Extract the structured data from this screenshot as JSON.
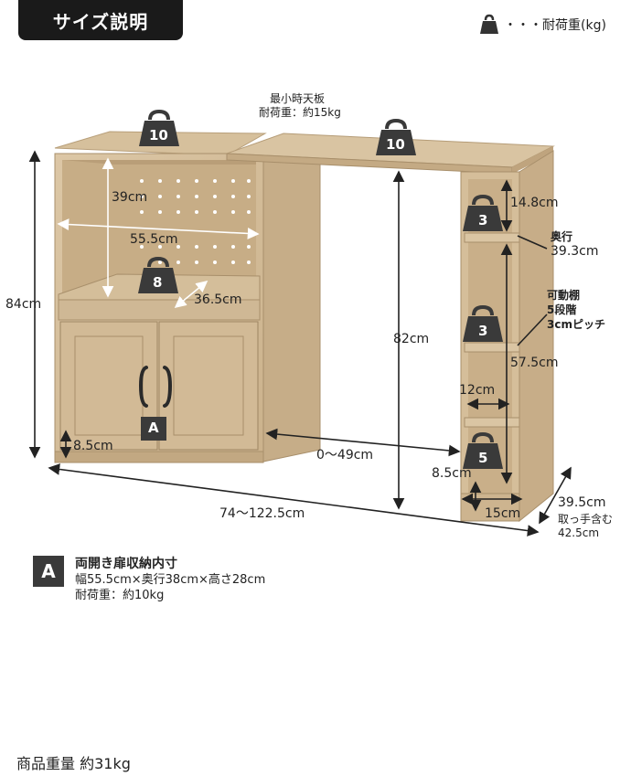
{
  "header": {
    "title": "サイズ説明"
  },
  "legend": {
    "text": "・・・耐荷重(kg)"
  },
  "top_board": {
    "title": "最小時天板",
    "load": "耐荷重：約15kg"
  },
  "load_badges": [
    "10",
    "10",
    "8",
    "3",
    "3",
    "5"
  ],
  "dimensions": {
    "inner_height_upper": "39cm",
    "inner_width_upper": "55.5cm",
    "inner_depth": "36.5cm",
    "total_height": "84cm",
    "floor_clearance_left": "8.5cm",
    "extension_range": "0〜49cm",
    "total_width_range": "74〜122.5cm",
    "right_height": "82cm",
    "shelf_top_gap": "14.8cm",
    "depth_right_label": "奥行",
    "depth_right_value": "39.3cm",
    "adjustable_shelf_1": "可動棚",
    "adjustable_shelf_2": "5段階",
    "adjustable_shelf_3": "3cmピッチ",
    "shelf_inner_height": "57.5cm",
    "shelf_inner_width": "12cm",
    "floor_clearance_right": "8.5cm",
    "shelf_outer_width": "15cm",
    "total_depth": "39.5cm",
    "depth_with_handle_label": "取っ手含む",
    "depth_with_handle_value": "42.5cm"
  },
  "door_marker": "A",
  "info": {
    "badge": "A",
    "title": "両開き扉収納内寸",
    "line1": "幅55.5cm×奥行38cm×高さ28cm",
    "line2": "耐荷重：約10kg"
  },
  "product_weight": "商品重量 約31kg",
  "colors": {
    "wood": "#d8c3a2",
    "wood_dark": "#b79b74",
    "accent": "#1a1a1a",
    "badge": "#3a3a3a"
  }
}
